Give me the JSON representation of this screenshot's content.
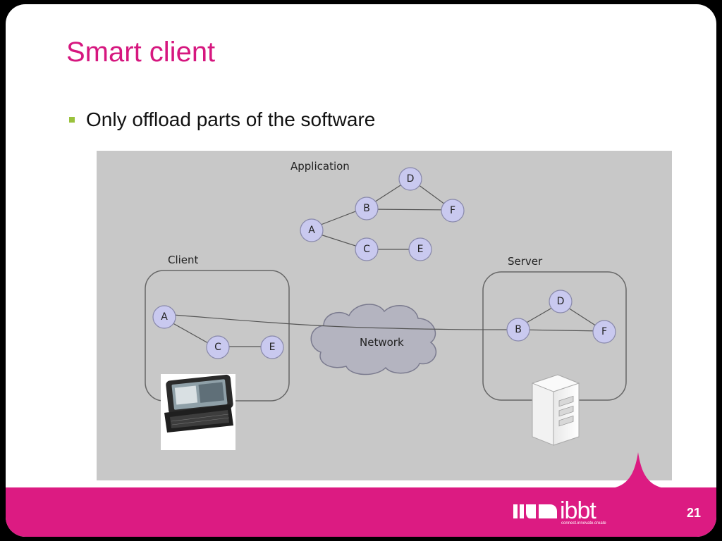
{
  "slide": {
    "title": "Smart client",
    "bullets": [
      {
        "text": "Only offload parts of the software"
      }
    ],
    "page_number": "21"
  },
  "diagram": {
    "labels": {
      "application": "Application",
      "client": "Client",
      "server": "Server",
      "network": "Network"
    },
    "nodes": {
      "app": {
        "a": "A",
        "b": "B",
        "c": "C",
        "d": "D",
        "e": "E",
        "f": "F"
      },
      "client": {
        "a": "A",
        "c": "C",
        "e": "E"
      },
      "server": {
        "b": "B",
        "d": "D",
        "f": "F"
      }
    }
  },
  "footer": {
    "logo_text": "ibbt",
    "logo_tagline": "connect.innovate.create"
  },
  "colors": {
    "accent": "#dc1b82",
    "title": "#d6177f",
    "bullet": "#9ac23c",
    "node_fill": "#c9c9ef",
    "diagram_bg": "#c8c8c8"
  },
  "icons": [
    "mobile-phone-icon",
    "server-tower-icon",
    "network-cloud-icon",
    "ibbt-logo-icon"
  ]
}
